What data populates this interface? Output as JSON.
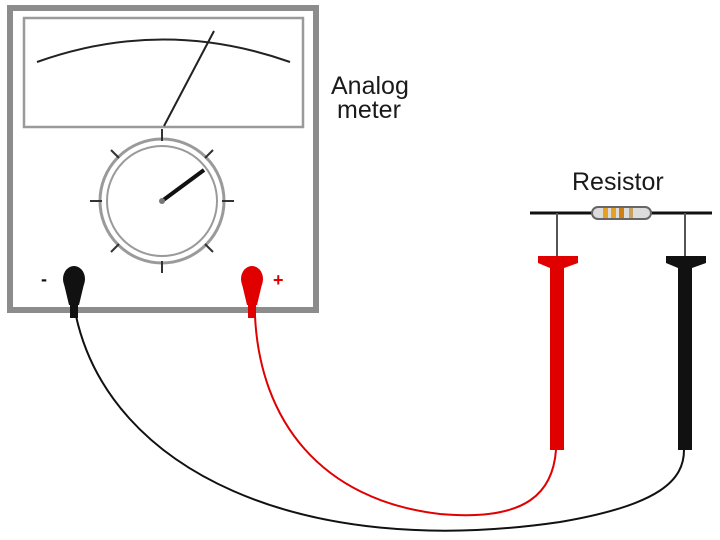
{
  "labels": {
    "meter_line1": "Analog",
    "meter_line2": "meter",
    "resistor": "Resistor",
    "negative": "-",
    "positive": "+"
  },
  "colors": {
    "meter_case": "#8c8c8c",
    "negative_lead": "#111111",
    "positive_lead": "#e00000",
    "resistor_body": "#dcdcdc",
    "resistor_band": "#e8a020"
  },
  "parts": {
    "meter": {
      "needle": "scale-needle",
      "dial": "selector-dial",
      "jacks": [
        "negative-jack",
        "positive-jack"
      ]
    },
    "probes": [
      "red-probe",
      "black-probe"
    ],
    "component": "resistor"
  }
}
